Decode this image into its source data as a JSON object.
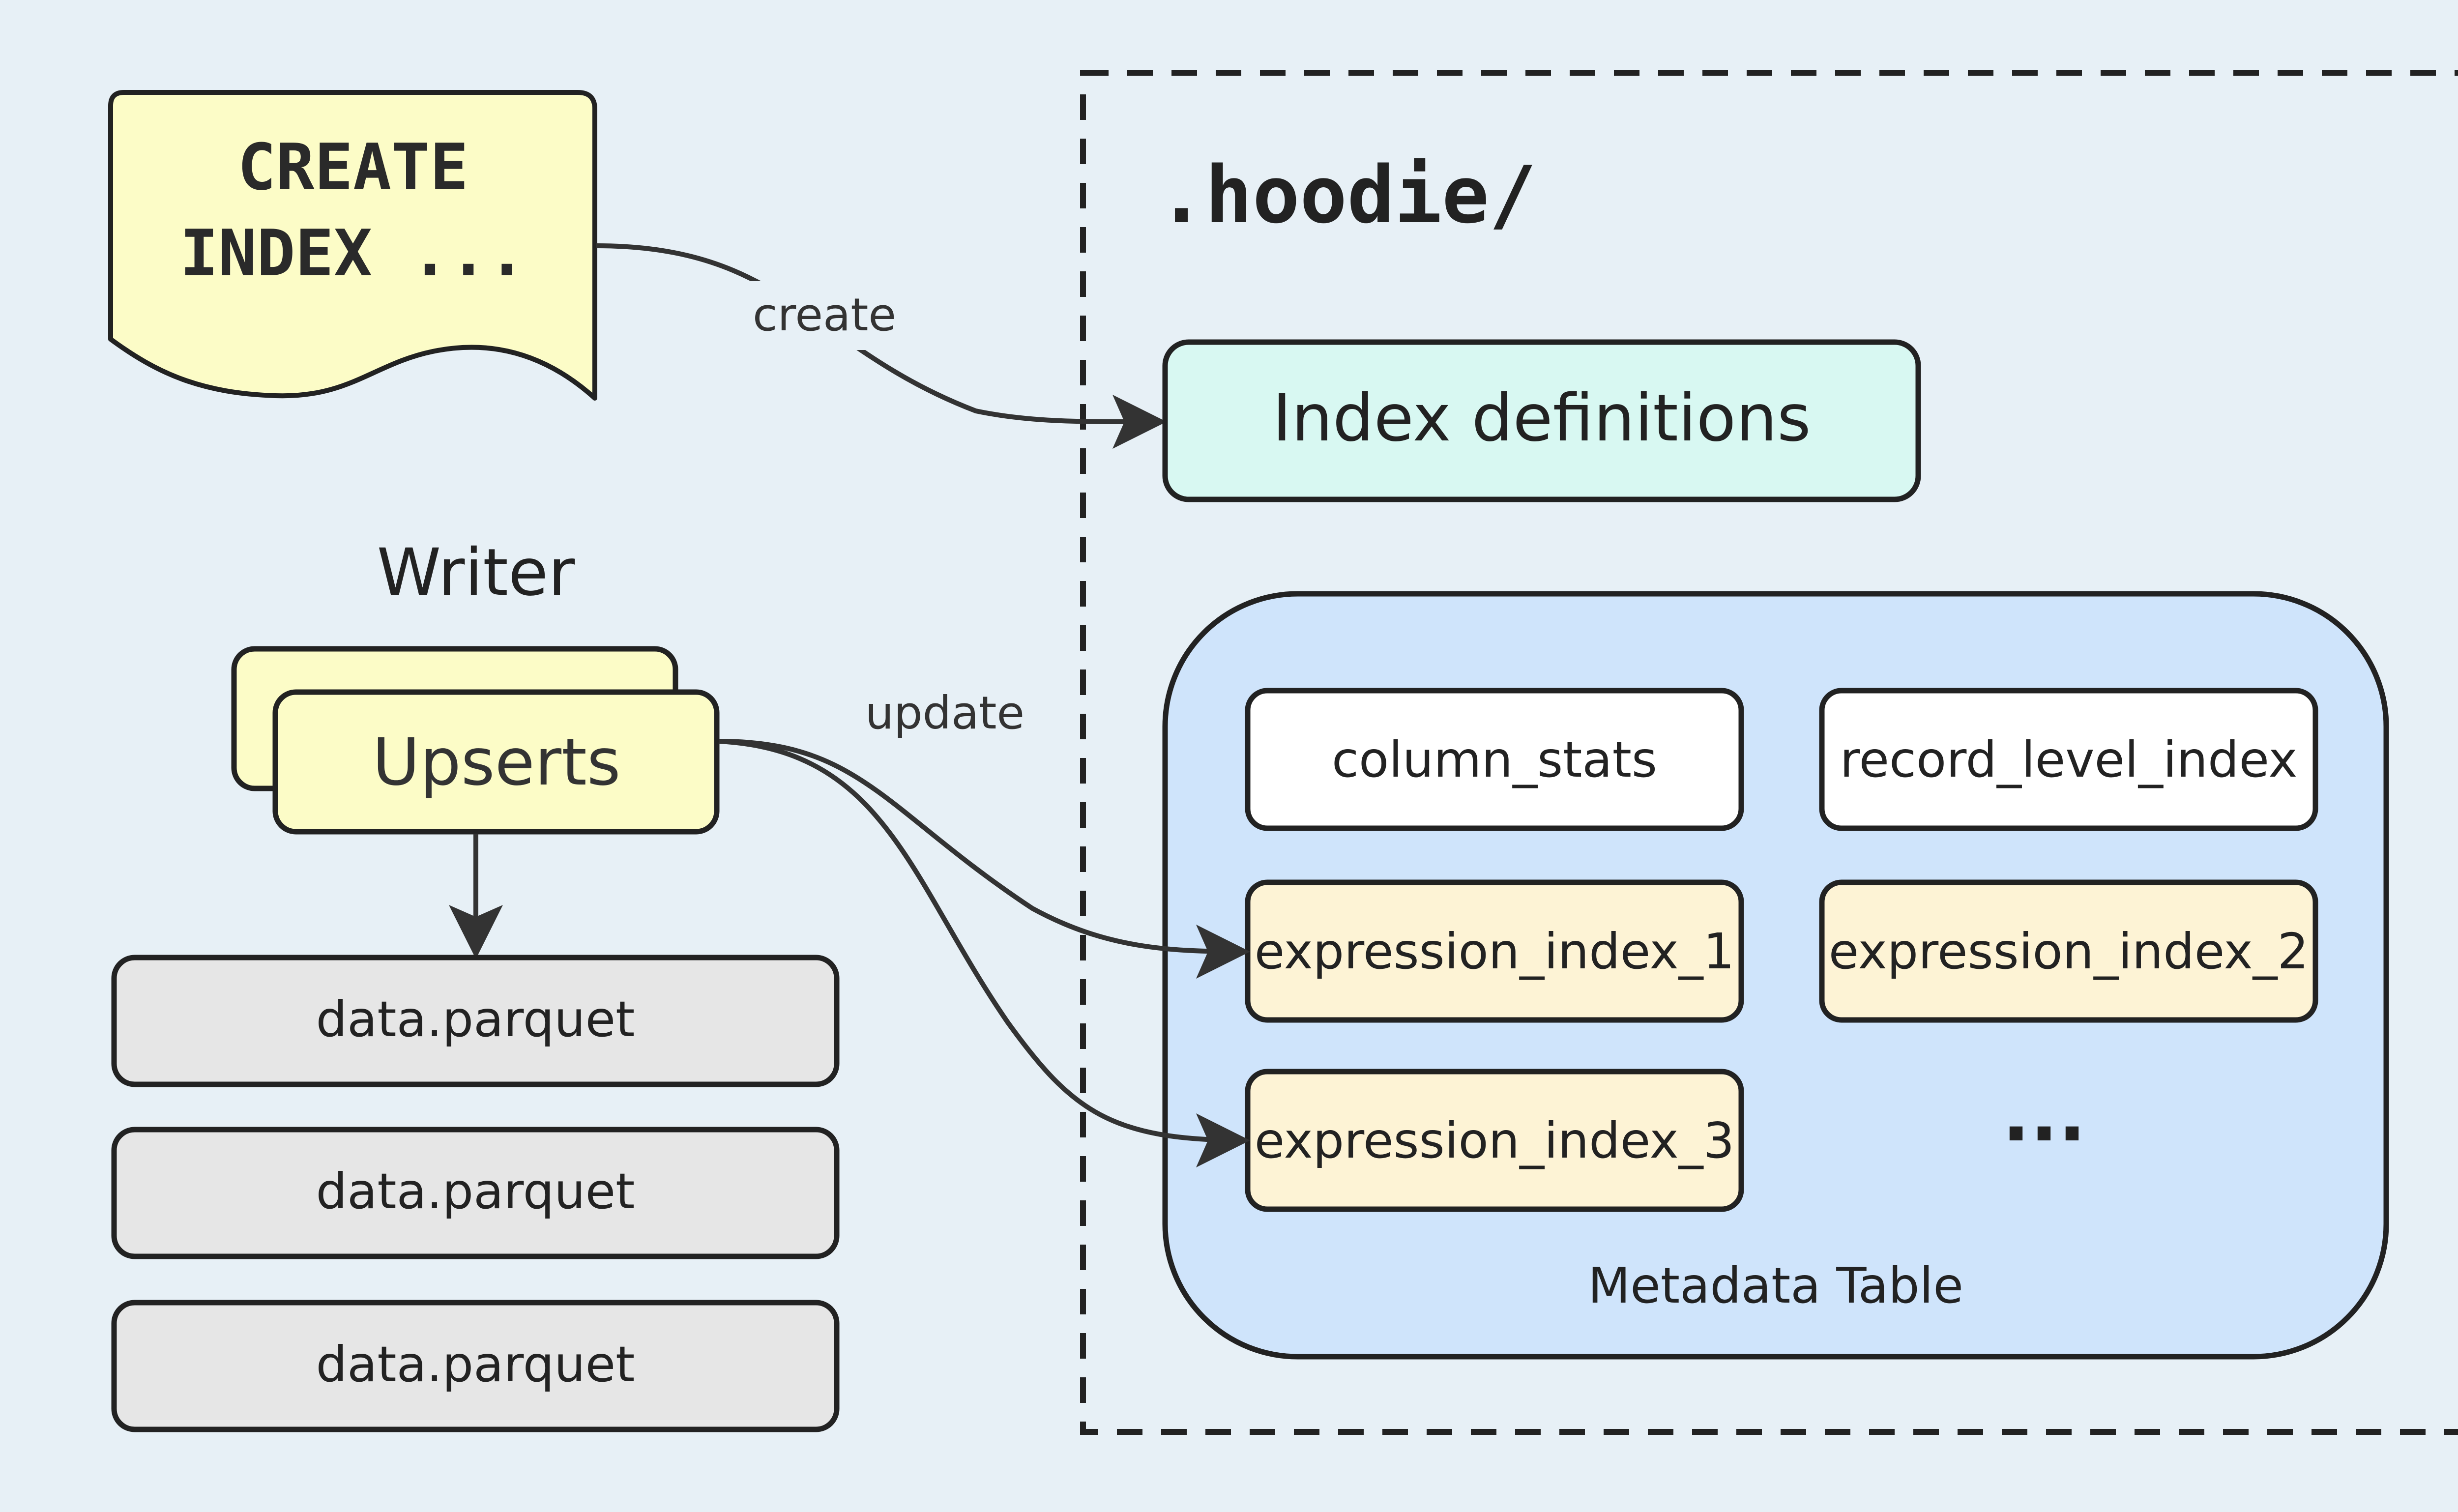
{
  "colors": {
    "background": "#e7f0f6",
    "stroke": "#222222",
    "note_fill": "#fcfcc7",
    "index_definitions_fill": "#d8f8f2",
    "metadata_table_fill": "#cfe4fb",
    "plain_index_fill": "#ffffff",
    "expression_index_fill": "#fdf3d5",
    "data_file_fill": "#e6e6e6"
  },
  "create_index_note": {
    "line1": "CREATE",
    "line2": "INDEX ..."
  },
  "writer": {
    "title": "Writer",
    "upserts_label": "Upserts",
    "data_files": [
      "data.parquet",
      "data.parquet",
      "data.parquet"
    ]
  },
  "hoodie_folder": {
    "title": ".hoodie/",
    "index_definitions_label": "Index definitions",
    "metadata_table": {
      "label": "Metadata Table",
      "indexes": {
        "column_stats": "column_stats",
        "record_level_index": "record_level_index",
        "expression_index_1": "expression_index_1",
        "expression_index_2": "expression_index_2",
        "expression_index_3": "expression_index_3",
        "more": "..."
      }
    }
  },
  "edges": {
    "create_label": "create",
    "update_label": "update"
  }
}
